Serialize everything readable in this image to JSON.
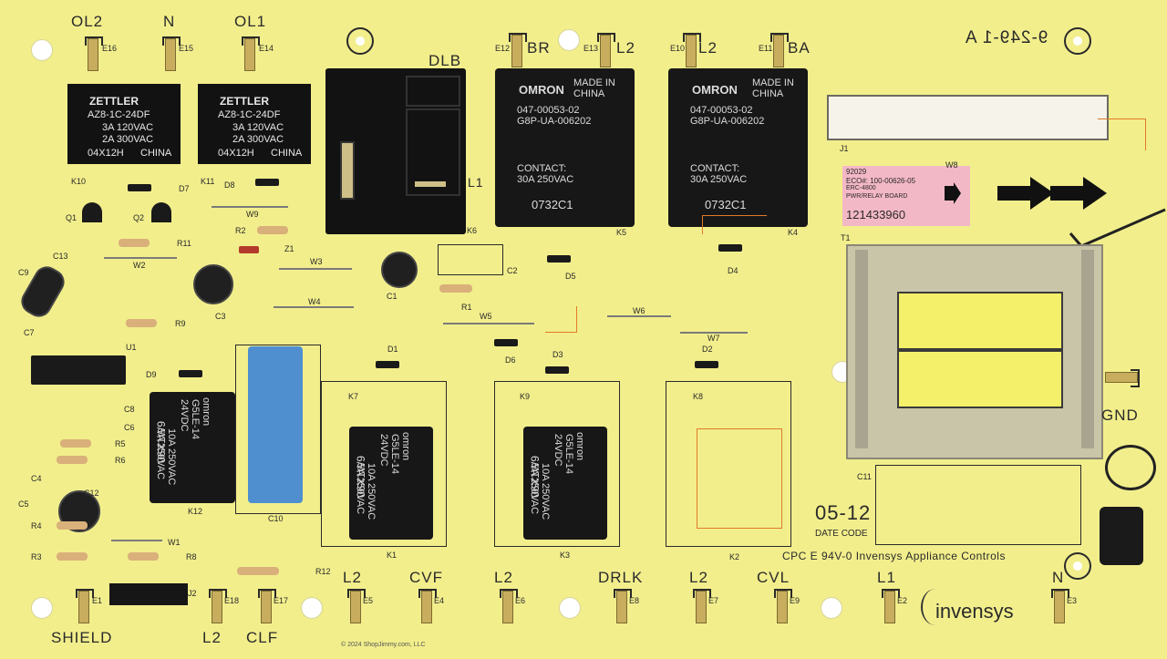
{
  "board": {
    "part_marks": {
      "rev": "9-249-1 A",
      "dlb": "DLB",
      "l1_mark": "L1"
    },
    "top_terminals": [
      {
        "label": "OL2",
        "code": "E16"
      },
      {
        "label": "N",
        "code": "E15"
      },
      {
        "label": "OL1",
        "code": "E14"
      },
      {
        "label": "BR",
        "code": "E12"
      },
      {
        "label": "L2",
        "code": "E13"
      },
      {
        "label": "L2",
        "code": "E10"
      },
      {
        "label": "BA",
        "code": "E11"
      }
    ],
    "bottom_terminals": [
      {
        "label": "SHIELD",
        "code": "E1"
      },
      {
        "label": "L2",
        "code": "E18"
      },
      {
        "label": "CLF",
        "code": "E17"
      },
      {
        "label": "L2",
        "code": "E5"
      },
      {
        "label": "CVF",
        "code": "E4"
      },
      {
        "label": "L2",
        "code": "E6"
      },
      {
        "label": "DRLK",
        "code": "E8"
      },
      {
        "label": "L2",
        "code": "E7"
      },
      {
        "label": "CVL",
        "code": "E9"
      },
      {
        "label": "L1",
        "code": "E2"
      },
      {
        "label": "N",
        "code": "E3"
      }
    ],
    "gnd_label": "GND",
    "zettler_relays": [
      {
        "brand": "ZETTLER",
        "model": "AZ8-1C-24DF",
        "r1": "3A 120VAC",
        "r2": "2A 300VAC",
        "code": "04X12H",
        "origin": "CHINA",
        "ref": "K10"
      },
      {
        "brand": "ZETTLER",
        "model": "AZ8-1C-24DF",
        "r1": "3A 120VAC",
        "r2": "2A 300VAC",
        "code": "04X12H",
        "origin": "CHINA",
        "ref": "K11"
      }
    ],
    "omron_big": [
      {
        "brand": "OMRON",
        "made": "MADE IN",
        "origin": "CHINA",
        "pn": "047-00053-02",
        "model": "G8P-UA-006202",
        "contact": "CONTACT:",
        "rating": "30A 250VAC",
        "date": "0732C1",
        "ref": "K5"
      },
      {
        "brand": "OMRON",
        "made": "MADE IN",
        "origin": "CHINA",
        "pn": "047-00053-02",
        "model": "G8P-UA-006202",
        "contact": "CONTACT:",
        "rating": "30A 250VAC",
        "date": "0732C1",
        "ref": "K4"
      }
    ],
    "omron_small": [
      {
        "brand": "omron",
        "model": "G5LE-14",
        "coil": "24VDC",
        "r1": "10A 250VAC",
        "r2": "5A 250VAC",
        "code": "06X1W9",
        "ref": "K12"
      },
      {
        "brand": "omron",
        "model": "G5LE-14",
        "coil": "24VDC",
        "r1": "10A 250VAC",
        "r2": "5A 250VAC",
        "code": "06X1W9",
        "ref": "K1"
      },
      {
        "brand": "omron",
        "model": "G5LE-14",
        "coil": "24VDC",
        "r1": "10A 250VAC",
        "r2": "5A 250VAC",
        "code": "06X1W9",
        "ref": "K3"
      }
    ],
    "sticker": {
      "l1": "92029",
      "l2": "ECO#:  100-00626-05",
      "l3": "ERC-4800",
      "l4": "PWR/RELAY BOARD",
      "barcode": "121433960"
    },
    "refs": {
      "k6": "K6",
      "k5": "K5",
      "k4": "K4",
      "k7": "K7",
      "k9": "K9",
      "k8": "K8",
      "k2": "K2",
      "j1": "J1",
      "j2": "J2",
      "t1": "T1",
      "u1": "U1",
      "c11": "C11",
      "c10": "C10",
      "w1": "W1",
      "w2": "W2",
      "w3": "W3",
      "w4": "W4",
      "w5": "W5",
      "w6": "W6",
      "w7": "W7",
      "w8": "W8",
      "w9": "W9",
      "d1": "D1",
      "d2": "D2",
      "d3": "D3",
      "d4": "D4",
      "d5": "D5",
      "d6": "D6",
      "d7": "D7",
      "d8": "D8",
      "d9": "D9",
      "q1": "Q1",
      "q2": "Q2",
      "z1": "Z1",
      "r1": "R1",
      "r2": "R2",
      "r3": "R3",
      "r4": "R4",
      "r5": "R5",
      "r6": "R6",
      "r8": "R8",
      "r9": "R9",
      "r11": "R11",
      "r12": "R12",
      "c1": "C1",
      "c2": "C2",
      "c3": "C3",
      "c4": "C4",
      "c5": "C5",
      "c6": "C6",
      "c7": "C7",
      "c8": "C8",
      "c9": "C9",
      "c12": "C12",
      "c13": "C13"
    },
    "date_code": {
      "value": "05-12",
      "label": "DATE CODE"
    },
    "footer_mark": "CPC  E  94V-0  Invensys Appliance Controls",
    "logo": "invensys",
    "copyright": "© 2024 ShopJimmy.com, LLC"
  },
  "colors": {
    "board": "#f2ee8c",
    "trace": "#e07a2a",
    "relay": "#121212",
    "sticker": "#f3b8c6",
    "capacitor_blue": "#4f8fd0",
    "coil": "#f5f06a"
  }
}
